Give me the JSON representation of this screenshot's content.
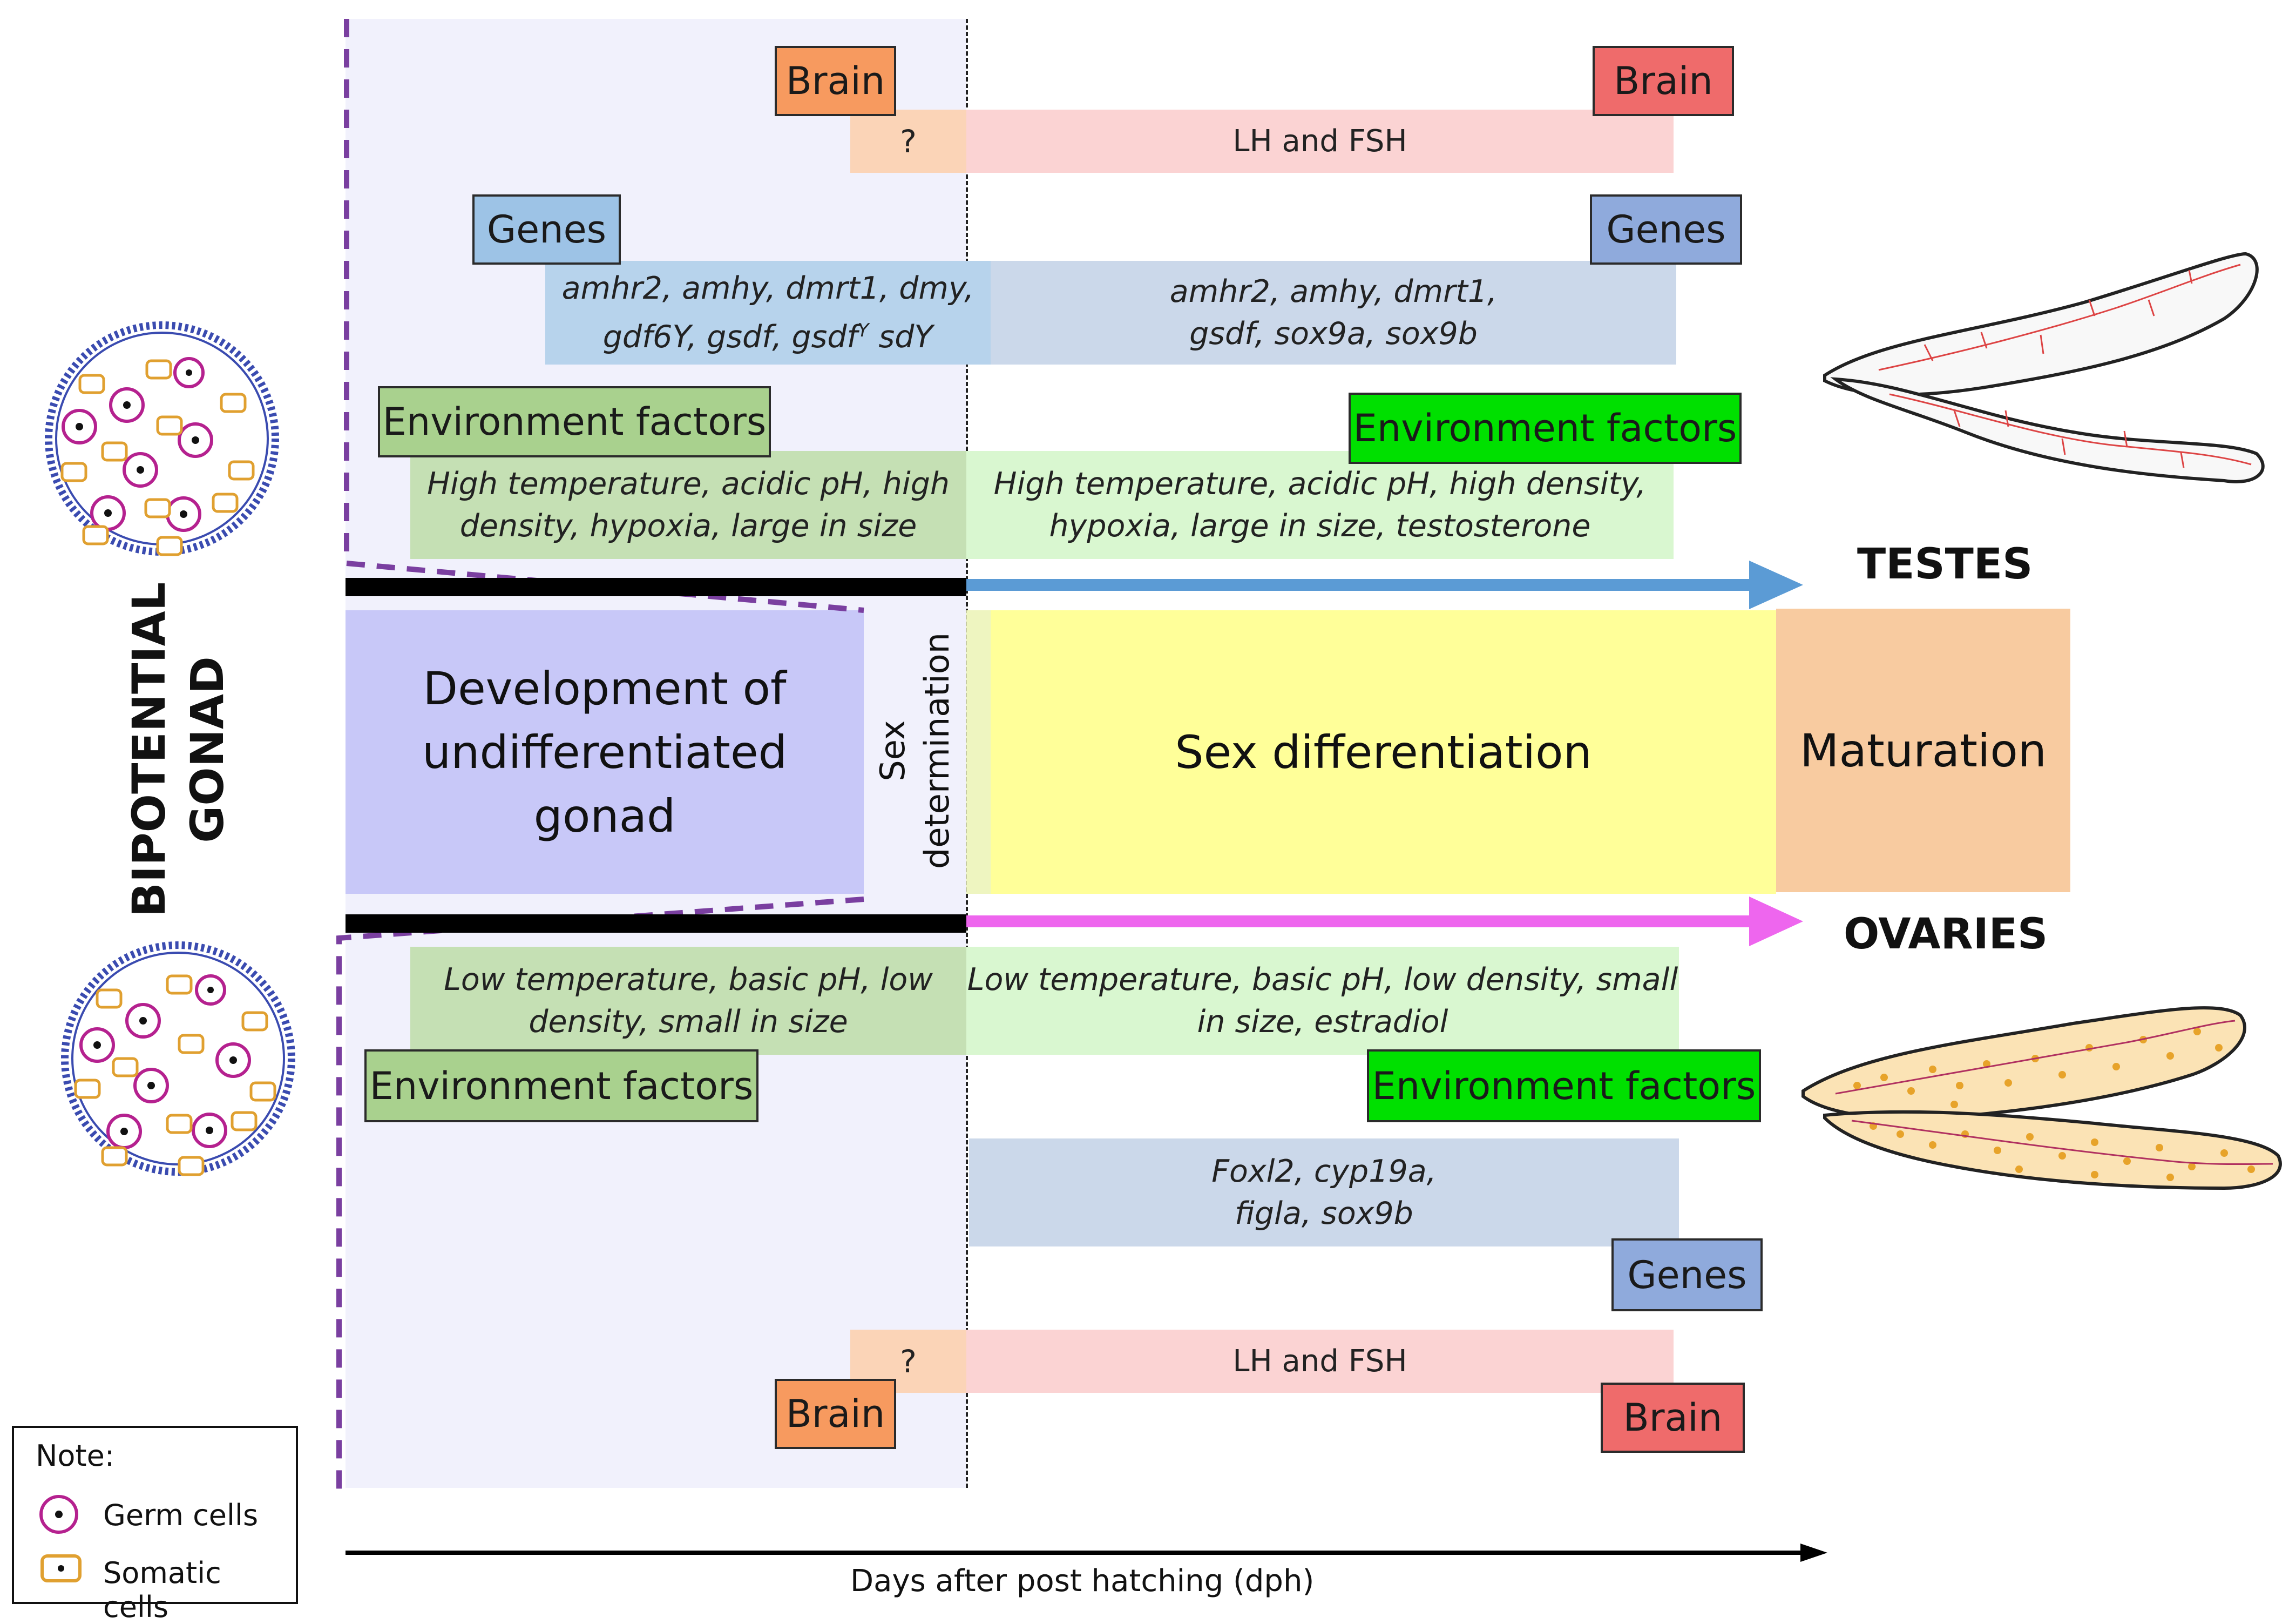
{
  "figure": {
    "side_label_line1": "BIPOTENTIAL",
    "side_label_line2": "GONAD",
    "phases": {
      "development_line1": "Development of",
      "development_line2": "undifferentiated",
      "development_line3": "gonad",
      "sex_determination_line1": "Sex",
      "sex_determination_line2": "determination",
      "sex_differentiation": "Sex differentiation",
      "maturation": "Maturation"
    },
    "outcomes": {
      "male": "TESTES",
      "female": "OVARIES"
    },
    "top": {
      "brain_label_early": "Brain",
      "brain_label_late": "Brain",
      "hormone_unknown": "?",
      "hormone_known": "LH and FSH",
      "genes_label_early": "Genes",
      "genes_label_late": "Genes",
      "genes_early_line1": "amhr2, amhy, dmrt1, dmy,",
      "genes_early_line2a": "gdf6Y, gsdf, gsdf",
      "genes_early_sup": "Y",
      "genes_early_line2b": " sdY",
      "genes_late_line1": "amhr2, amhy, dmrt1,",
      "genes_late_line2": "gsdf, sox9a, sox9b",
      "env_label_early": "Environment factors",
      "env_label_late": "Environment factors",
      "env_early_line1": "High temperature,  acidic pH, high",
      "env_early_line2": "density, hypoxia, large in size",
      "env_late_line1": "High temperature,  acidic pH, high density,",
      "env_late_line2": "hypoxia, large in size, testosterone"
    },
    "bottom": {
      "env_early_line1": "Low temperature,  basic pH, low",
      "env_early_line2": "density, small in size",
      "env_late_line1": "Low temperature,  basic pH, low density, small",
      "env_late_line2": "in size, estradiol",
      "env_label_early": "Environment factors",
      "env_label_late": "Environment factors",
      "genes_line1": "Foxl2, cyp19a,",
      "genes_line2": "figla, sox9b",
      "genes_label": "Genes",
      "hormone_unknown": "?",
      "hormone_known": "LH and FSH",
      "brain_label_early": "Brain",
      "brain_label_late": "Brain"
    },
    "axis_label": "Days after post hatching (dph)",
    "note": {
      "title": "Note:",
      "germ": "Germ cells",
      "somatic": "Somatic cells"
    },
    "colors": {
      "brain_early": "#f79a5f",
      "brain_late": "#ef6b6b",
      "genes_early": "#9dc3e6",
      "genes_late": "#8faadc",
      "env_early": "#a9d18e",
      "env_late": "#00e000",
      "development": "#c8c8f8",
      "differentiation": "#ffff99",
      "maturation": "#f8cba0",
      "testes_arrow": "#5b9bd5",
      "ovaries_arrow": "#ee66ee"
    }
  }
}
